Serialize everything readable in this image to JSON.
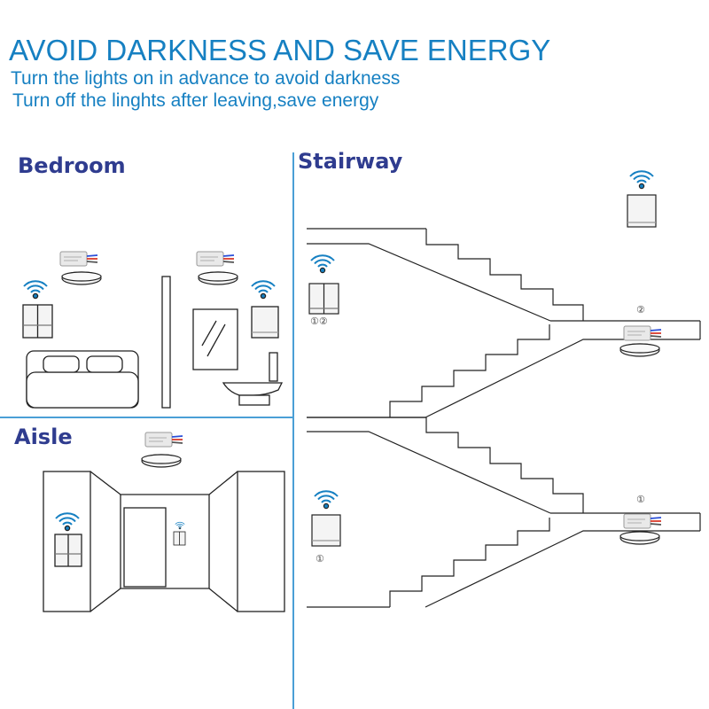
{
  "header": {
    "title": "AVOID DARKNESS AND SAVE ENERGY",
    "line1": "Turn the lights on in advance to avoid darkness",
    "line2": "Turn off the linghts after leaving,save energy"
  },
  "sections": {
    "bedroom": "Bedroom",
    "aisle": "Aisle",
    "stairway": "Stairway"
  },
  "markers": {
    "one_two": "①②",
    "two": "②",
    "one": "①"
  },
  "colors": {
    "accent": "#1680c2",
    "section_heading": "#2f3c8f",
    "divider": "#4a9fd6",
    "line": "#111111"
  }
}
